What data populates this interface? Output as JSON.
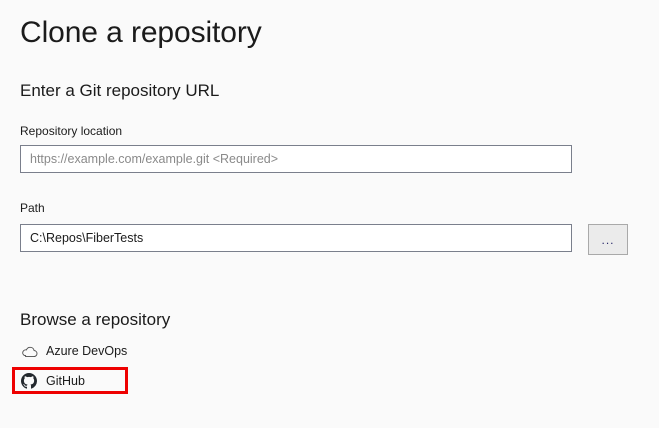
{
  "window": {
    "title": "Clone a repository",
    "background_color": "#fafafa"
  },
  "url_section": {
    "heading": "Enter a Git repository URL",
    "fields": [
      {
        "label": "Repository location",
        "value": "",
        "placeholder": "https://example.com/example.git <Required>"
      },
      {
        "label": "Path",
        "value": "C:\\Repos\\FiberTests",
        "placeholder": ""
      }
    ],
    "browse_button_label": "..."
  },
  "browse_section": {
    "heading": "Browse a repository",
    "providers": [
      {
        "icon": "cloud-icon",
        "label": "Azure DevOps"
      },
      {
        "icon": "github-icon",
        "label": "GitHub"
      }
    ]
  },
  "annotation": {
    "highlight_color": "#ee0000",
    "target": "GitHub"
  }
}
